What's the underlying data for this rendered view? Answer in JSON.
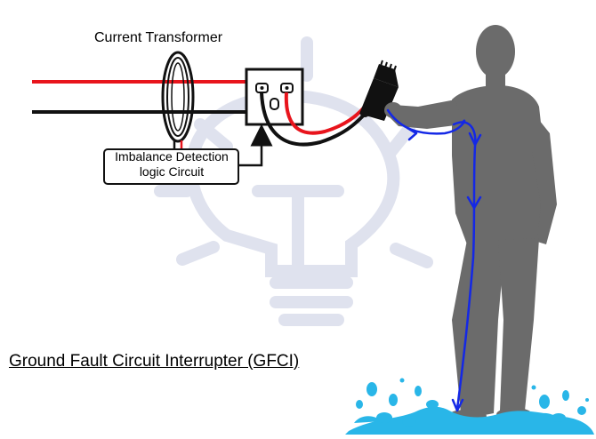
{
  "diagram": {
    "labels": {
      "current_transformer": "Current Transformer",
      "detection_line1": "Imbalance Detection",
      "detection_line2": "logic Circuit",
      "title": "Ground Fault Circuit Interrupter (GFCI)"
    },
    "colors": {
      "live_wire": "#e8141c",
      "neutral_wire": "#111111",
      "current_path": "#1428e6",
      "person": "#6b6b6b",
      "water": "#29b6e8",
      "watermark": "#dfe2ee"
    },
    "icons": [
      "lightbulb-watermark",
      "toroid-coil",
      "electrical-outlet",
      "plug",
      "person-silhouette",
      "water-splash"
    ]
  }
}
